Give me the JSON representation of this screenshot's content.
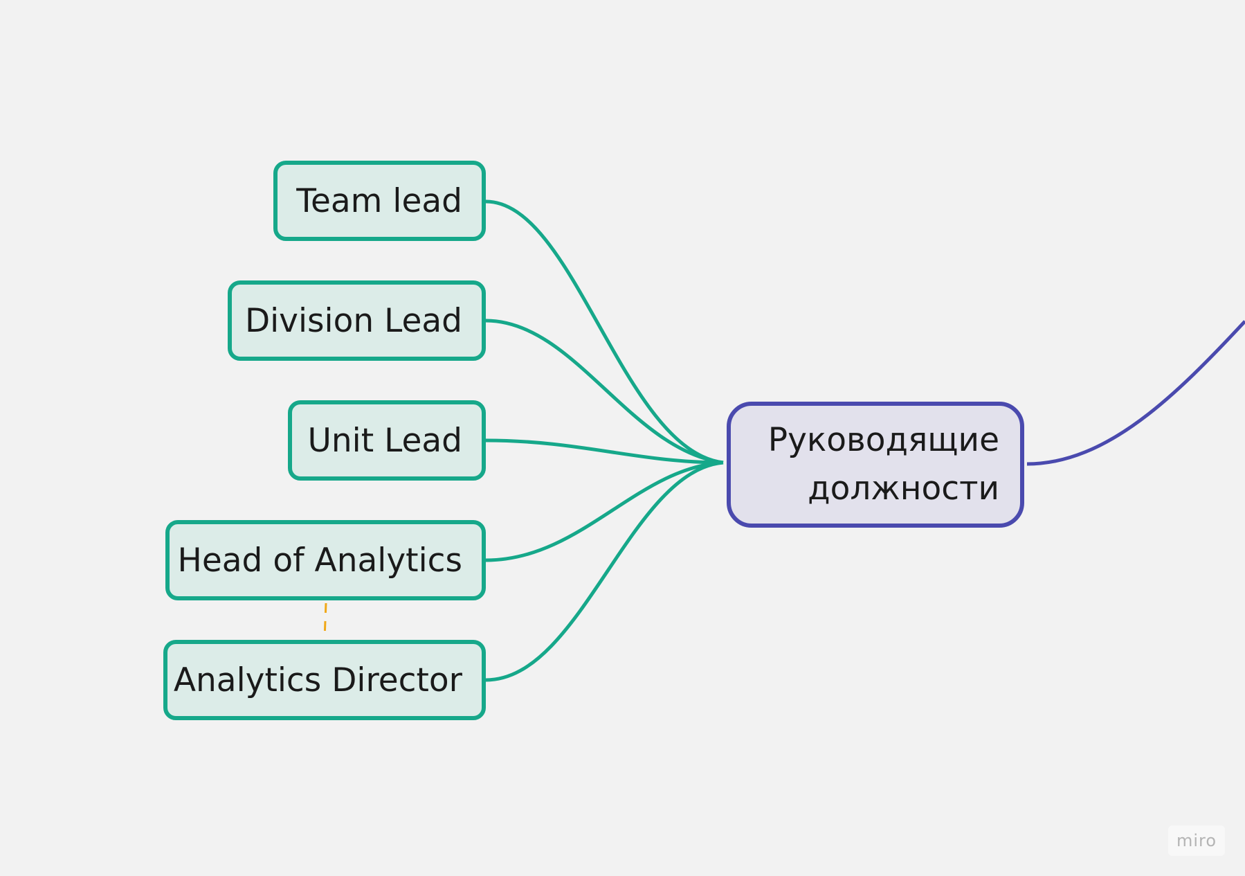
{
  "diagram": {
    "center": {
      "line1": "Руководящие",
      "line2": "должности"
    },
    "roles": [
      {
        "label": "Team lead"
      },
      {
        "label": "Division Lead"
      },
      {
        "label": "Unit Lead"
      },
      {
        "label": "Head of Analytics"
      },
      {
        "label": "Analytics Director"
      }
    ],
    "watermark": "miro",
    "colors": {
      "background": "#f2f2f2",
      "role_border": "#16a88a",
      "role_fill": "#dcece8",
      "center_border": "#4a4aae",
      "center_fill": "#e2e1ec",
      "dashed_link": "#f0a818"
    }
  }
}
